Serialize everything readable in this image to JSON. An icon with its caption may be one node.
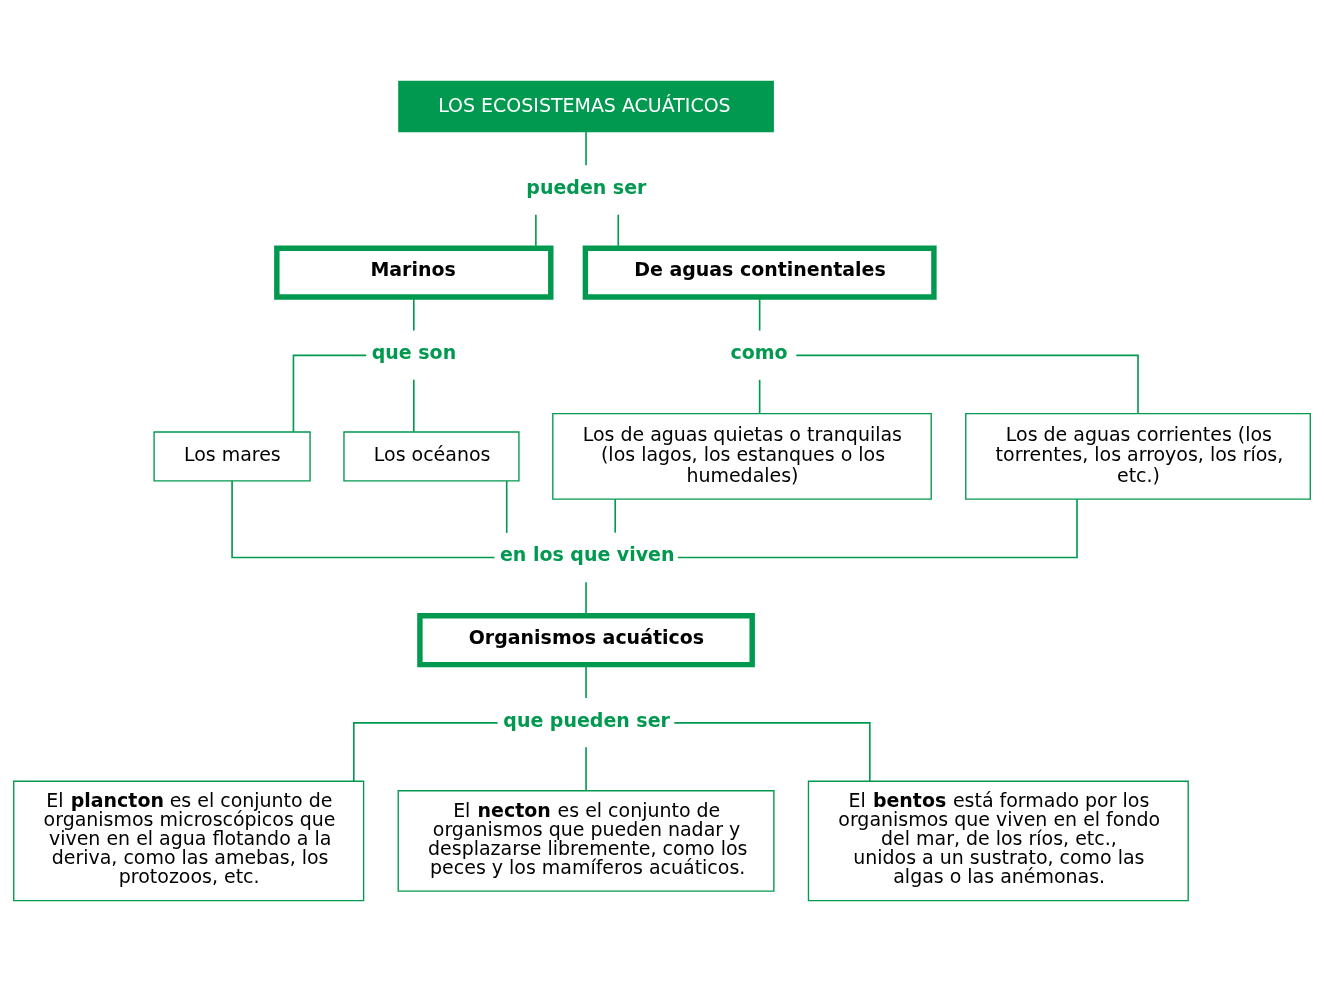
{
  "diagram": {
    "nodes": [
      {
        "text": [
          "LOS ECOSISTEMAS ACUÁTICOS"
        ]
      },
      {
        "text": [
          "pueden ser"
        ]
      },
      {
        "text": [
          "Marinos"
        ]
      },
      {
        "text": [
          "De aguas continentales"
        ]
      },
      {
        "text": [
          "que son"
        ]
      },
      {
        "text": [
          "como"
        ]
      },
      {
        "text": [
          "Los mares"
        ]
      },
      {
        "text": [
          "Los océanos"
        ]
      },
      {
        "text": [
          "Los de aguas quietas o tranquilas (los lagos, los estanques o los humedales)"
        ]
      },
      {
        "text": [
          "Los de aguas corrientes (los torrentes, los arroyos, los ríos, etc.)"
        ]
      },
      {
        "text": [
          "en los que viven"
        ]
      },
      {
        "text": [
          "Organismos acuáticos"
        ]
      },
      {
        "text": [
          "que pueden ser"
        ]
      },
      {
        "text": [
          "El **plancton** es el conjunto de organismos microscópicos que viven en el agua flotando a la deriva, como las amebas, los protozoos, etc."
        ]
      },
      {
        "text": [
          "El **necton** es el conjunto de organismos que pueden nadar y desplazarse libremente, como los peces y los mamíferos acuáticos."
        ]
      },
      {
        "text": [
          "El **bentos** está formado por los organismos que viven en el fondo del mar, de los ríos, etc., unidos a un sustrato, como las algas o las anémonas."
        ]
      }
    ],
    "edges": [
      {
        "from": 0,
        "to": 1,
        "arrow": "none"
      },
      {
        "from": 1,
        "to": 2,
        "arrow": "none"
      },
      {
        "from": 1,
        "to": 3,
        "arrow": "none"
      },
      {
        "from": 2,
        "to": 4,
        "arrow": "none"
      },
      {
        "from": 3,
        "to": 5,
        "arrow": "none"
      },
      {
        "from": 4,
        "to": 6,
        "arrow": "none"
      },
      {
        "from": 4,
        "to": 7,
        "arrow": "none"
      },
      {
        "from": 5,
        "to": 8,
        "arrow": "none"
      },
      {
        "from": 5,
        "to": 9,
        "arrow": "none"
      },
      {
        "from": 6,
        "to": 10,
        "arrow": "none"
      },
      {
        "from": 7,
        "to": 10,
        "arrow": "none"
      },
      {
        "from": 8,
        "to": 10,
        "arrow": "none"
      },
      {
        "from": 9,
        "to": 10,
        "arrow": "none"
      },
      {
        "from": 10,
        "to": 11,
        "arrow": "none"
      },
      {
        "from": 11,
        "to": 12,
        "arrow": "none"
      },
      {
        "from": 12,
        "to": 13,
        "arrow": "none"
      },
      {
        "from": 12,
        "to": 14,
        "arrow": "none"
      },
      {
        "from": 12,
        "to": 15,
        "arrow": "none"
      }
    ]
  }
}
